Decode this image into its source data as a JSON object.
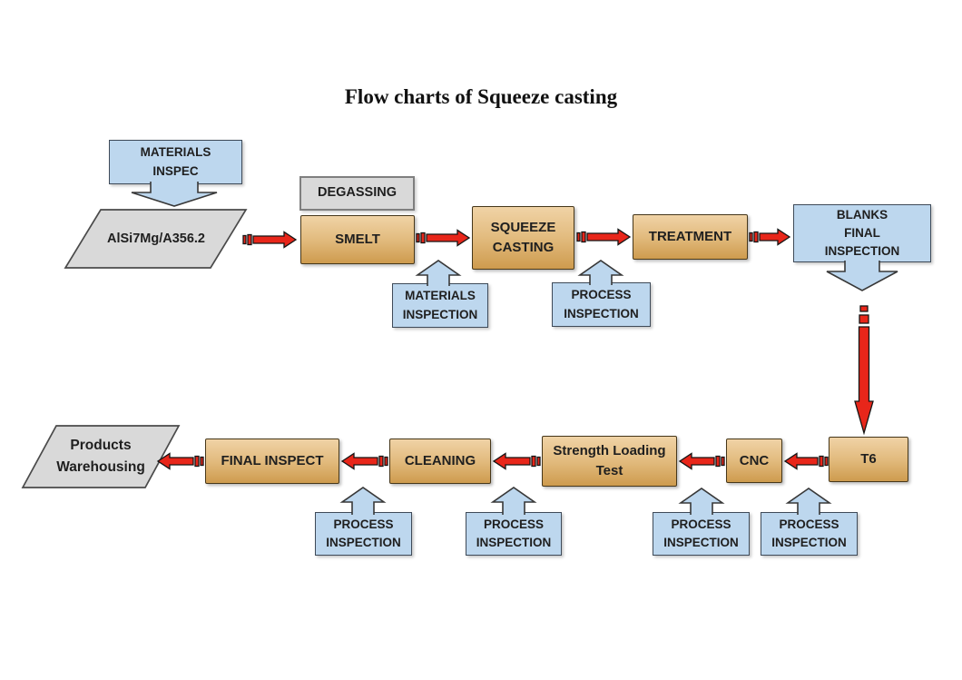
{
  "title": "Flow charts of Squeeze casting",
  "palette": {
    "process_box_top": "#F0D3A6",
    "process_box_bottom": "#CE9B4E",
    "inspection_box": "#BDD7EE",
    "neutral_box": "#D9D9D9",
    "arrow_red": "#E8261A",
    "text": "#1F1F1F"
  },
  "nodes": {
    "materials_inspec": {
      "line1": "MATERIALS",
      "line2": "INSPEC"
    },
    "alloy_input": {
      "label": "AlSi7Mg/A356.2"
    },
    "degassing": {
      "label": "DEGASSING"
    },
    "smelt": {
      "label": "SMELT"
    },
    "squeeze_casting": {
      "line1": "SQUEEZE",
      "line2": "CASTING"
    },
    "treatment": {
      "label": "TREATMENT"
    },
    "blanks_final_inspection": {
      "line1": "BLANKS",
      "line2": "FINAL",
      "line3": "INSPECTION"
    },
    "materials_inspection": {
      "line1": "MATERIALS",
      "line2": "INSPECTION"
    },
    "process_inspection_casting": {
      "line1": "PROCESS",
      "line2": "INSPECTION"
    },
    "t6": {
      "label": "T6"
    },
    "cnc": {
      "label": "CNC"
    },
    "strength_loading_test": {
      "line1": "Strength Loading",
      "line2": "Test"
    },
    "cleaning": {
      "label": "CLEANING"
    },
    "final_inspect": {
      "label": "FINAL INSPECT"
    },
    "products_warehousing": {
      "line1": "Products",
      "line2": "Warehousing"
    },
    "process_inspection_final": {
      "line1": "PROCESS",
      "line2": "INSPECTION"
    },
    "process_inspection_cleaning": {
      "line1": "PROCESS",
      "line2": "INSPECTION"
    },
    "process_inspection_cnc": {
      "line1": "PROCESS",
      "line2": "INSPECTION"
    },
    "process_inspection_t6": {
      "line1": "PROCESS",
      "line2": "INSPECTION"
    }
  },
  "edges": [
    {
      "from": "alloy_input",
      "to": "smelt",
      "style": "red-arrow",
      "direction": "right"
    },
    {
      "from": "smelt",
      "to": "squeeze_casting",
      "style": "red-arrow",
      "direction": "right"
    },
    {
      "from": "squeeze_casting",
      "to": "treatment",
      "style": "red-arrow",
      "direction": "right"
    },
    {
      "from": "treatment",
      "to": "blanks_final_inspection",
      "style": "red-arrow",
      "direction": "right"
    },
    {
      "from": "blanks_final_inspection",
      "to": "t6",
      "style": "red-arrow",
      "direction": "down"
    },
    {
      "from": "t6",
      "to": "cnc",
      "style": "red-arrow",
      "direction": "left"
    },
    {
      "from": "cnc",
      "to": "strength_loading_test",
      "style": "red-arrow",
      "direction": "left"
    },
    {
      "from": "strength_loading_test",
      "to": "cleaning",
      "style": "red-arrow",
      "direction": "left"
    },
    {
      "from": "cleaning",
      "to": "final_inspect",
      "style": "red-arrow",
      "direction": "left"
    },
    {
      "from": "final_inspect",
      "to": "products_warehousing",
      "style": "red-arrow",
      "direction": "left"
    },
    {
      "from": "materials_inspec",
      "to": "alloy_input",
      "style": "blue-block-arrow",
      "direction": "down"
    },
    {
      "from": "materials_inspection",
      "to": "smelt-squeeze_casting-transition",
      "style": "blue-block-arrow",
      "direction": "up"
    },
    {
      "from": "process_inspection_casting",
      "to": "squeeze_casting-treatment-transition",
      "style": "blue-block-arrow",
      "direction": "up"
    },
    {
      "from": "blanks_final_inspection",
      "to": "flow-down",
      "style": "blue-block-arrow",
      "direction": "down"
    },
    {
      "from": "process_inspection_final",
      "to": "cleaning-final_inspect-transition",
      "style": "blue-block-arrow",
      "direction": "up"
    },
    {
      "from": "process_inspection_cleaning",
      "to": "strength_loading_test-cleaning-transition",
      "style": "blue-block-arrow",
      "direction": "up"
    },
    {
      "from": "process_inspection_cnc",
      "to": "cnc-strength_loading_test-transition",
      "style": "blue-block-arrow",
      "direction": "up"
    },
    {
      "from": "process_inspection_t6",
      "to": "t6-cnc-transition",
      "style": "blue-block-arrow",
      "direction": "up"
    }
  ]
}
